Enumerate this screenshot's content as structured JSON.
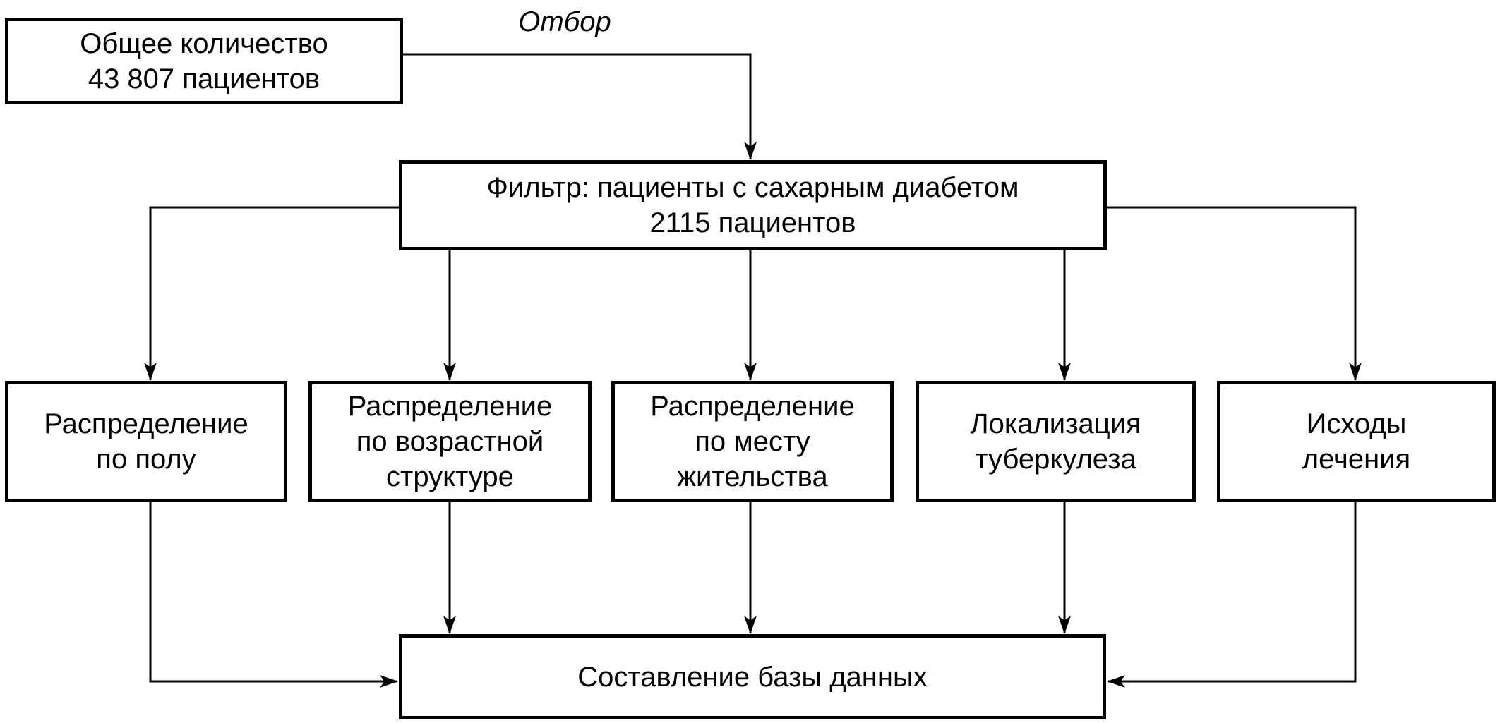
{
  "diagram": {
    "type": "flowchart",
    "background_color": "#ffffff",
    "line_color": "#000000",
    "box_fill_color": "#ffffff",
    "box_border_color": "#000000",
    "edge_label": "Отбор",
    "nodes": {
      "total": {
        "label": "Общее количество\n43 807 пациентов"
      },
      "filter": {
        "label": "Фильтр: пациенты с сахарным диабетом\n2115 пациентов"
      },
      "sex": {
        "label": "Распределение\nпо полу"
      },
      "age": {
        "label": "Распределение\nпо возрастной\nструктуре"
      },
      "residence": {
        "label": "Распределение\nпо месту\nжительства"
      },
      "localization": {
        "label": "Локализация\nтуберкулеза"
      },
      "outcomes": {
        "label": "Исходы\nлечения"
      },
      "database": {
        "label": "Составление базы данных"
      }
    },
    "edges": [
      {
        "from": "total",
        "to": "filter",
        "label": "Отбор"
      },
      {
        "from": "filter",
        "to": "sex"
      },
      {
        "from": "filter",
        "to": "age"
      },
      {
        "from": "filter",
        "to": "residence"
      },
      {
        "from": "filter",
        "to": "localization"
      },
      {
        "from": "filter",
        "to": "outcomes"
      },
      {
        "from": "sex",
        "to": "database"
      },
      {
        "from": "age",
        "to": "database"
      },
      {
        "from": "residence",
        "to": "database"
      },
      {
        "from": "localization",
        "to": "database"
      },
      {
        "from": "outcomes",
        "to": "database"
      }
    ]
  }
}
